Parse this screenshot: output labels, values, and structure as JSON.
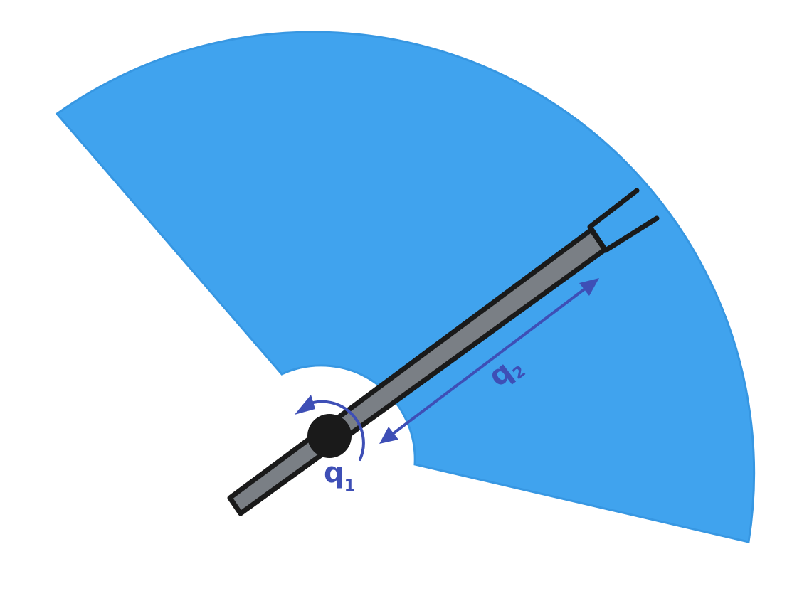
{
  "colors": {
    "workspace": "#40A3EE",
    "workspace_edge": "#3797E2",
    "arm_fill": "#7A7F85",
    "arm_outline": "#1A1A1A",
    "joint": "#1A1A1A",
    "annotation": "#3E4FB6",
    "background": "#FFFFFF"
  },
  "labels": {
    "q1_main": "q",
    "q1_sub": "1",
    "q2_main": "q",
    "q2_sub": "2"
  }
}
